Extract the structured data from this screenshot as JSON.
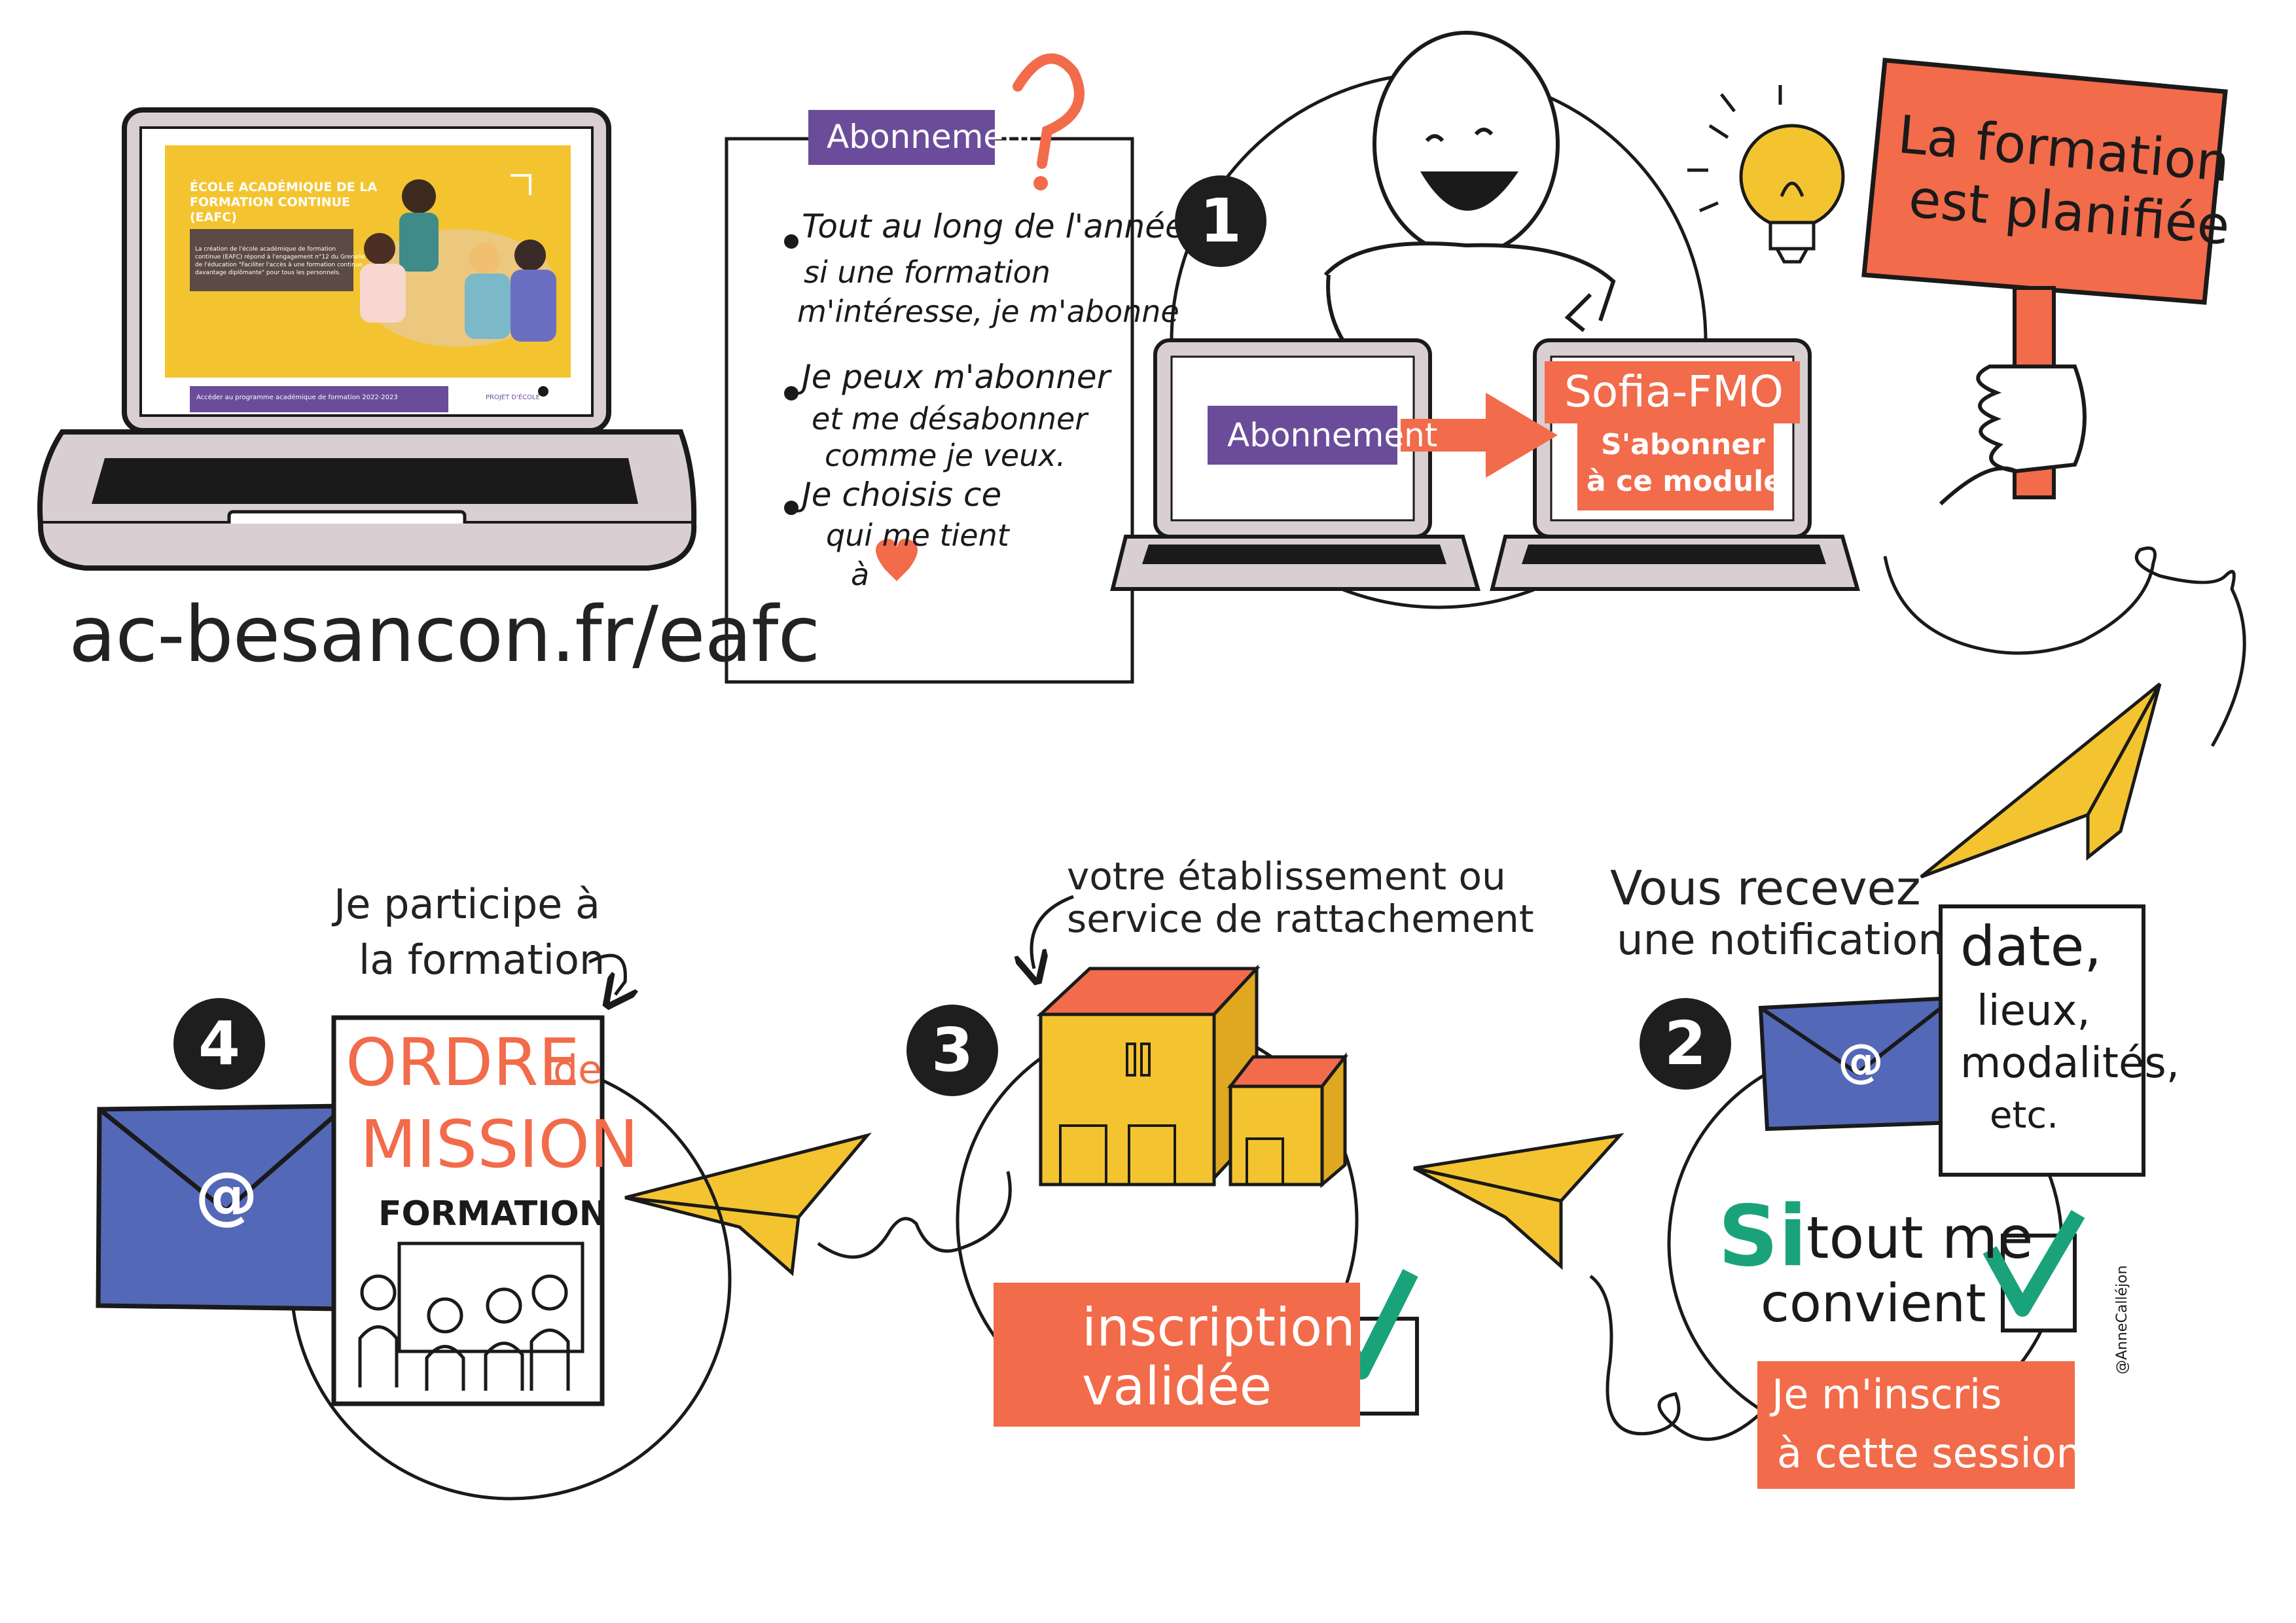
{
  "url": "ac-besancon.fr/eafc",
  "laptop_screen": {
    "title_line1": "ÉCOLE ACADÉMIQUE DE LA",
    "title_line2": "FORMATION CONTINUE",
    "title_line3": "(EAFC)",
    "body_line1": "La création de l'école académique de formation",
    "body_line2": "continue (EAFC) répond à l'engagement n°12 du Grenelle",
    "body_line3": "de l'éducation \"Faciliter l'accès à une formation continue",
    "body_line4": "davantage diplômante\" pour tous les personnels.",
    "bottom_button": "Accéder au programme académique de formation 2022-2023",
    "bottom_link": "PROJET D'ÉCOLE"
  },
  "note_card": {
    "tag": "Abonnement",
    "question_mark": "?",
    "bullet1_line1": "Tout au long de l'année",
    "bullet1_line2": "si une formation",
    "bullet1_line3": "m'intéresse, je m'abonne",
    "bullet2_line1": "Je peux m'abonner",
    "bullet2_line2": "et me désabonner",
    "bullet2_line3": "comme je veux.",
    "bullet3_line1": "Je choisis ce",
    "bullet3_line2": "qui me tient",
    "bullet3_line3": "à"
  },
  "step1": {
    "number": "1",
    "abonnement_button": "Abonnement",
    "sofia_title": "Sofia-FMO",
    "subscribe_line1": "S'abonner",
    "subscribe_line2": "à ce module"
  },
  "sign": {
    "line1": "La formation",
    "line2": "est planifiée"
  },
  "step2": {
    "number": "2",
    "caption_line1": "Vous recevez",
    "caption_line2": "une notification",
    "envelope_symbol": "@",
    "details_line1": "date,",
    "details_line2": "lieux,",
    "details_line3": "modalités,",
    "details_line4": "etc.",
    "si": "Si",
    "condition_line1": "tout me",
    "condition_line2": "convient",
    "action_line1": "Je m'inscris",
    "action_line2": "à cette session",
    "signature": "@AnneCalléjon"
  },
  "step3": {
    "number": "3",
    "caption_line1": "votre établissement ou",
    "caption_line2": "service de rattachement",
    "status_line1": "inscription",
    "status_line2": "validée"
  },
  "step4": {
    "number": "4",
    "caption_line1": "Je participe à",
    "caption_line2": "la formation",
    "envelope_symbol": "@",
    "ordre": "ORDRE",
    "de": "de",
    "mission": "MISSION",
    "formation": "FORMATION"
  },
  "colors": {
    "orange": "#f26b4a",
    "purple": "#6b4c9a",
    "yellow": "#f4c430",
    "blue": "#5468b8",
    "green": "#1aa37a"
  },
  "icons": [
    "laptop-icon",
    "question-mark-icon",
    "heart-icon",
    "person-icon",
    "lightbulb-icon",
    "hand-icon",
    "paper-plane-icon",
    "envelope-icon",
    "building-icon",
    "checkbox-icon",
    "people-icon"
  ]
}
